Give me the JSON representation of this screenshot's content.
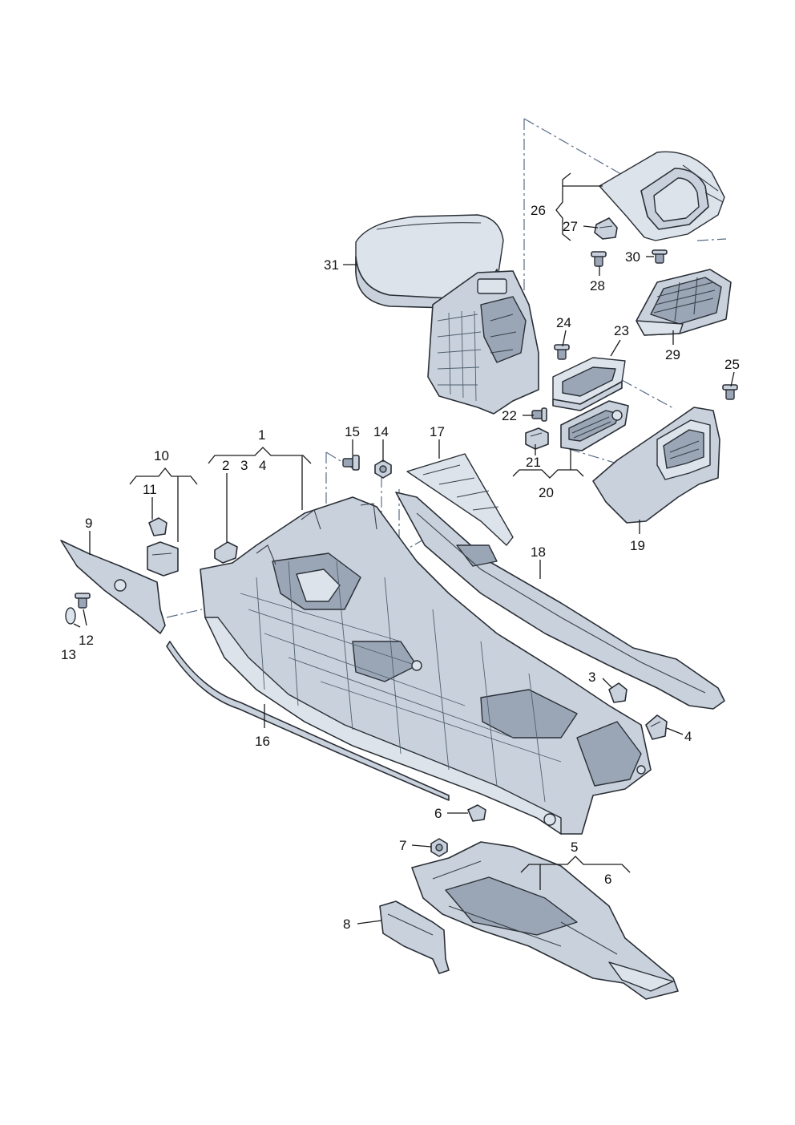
{
  "callouts": {
    "c1": "1",
    "c2": "2",
    "c3a": "3",
    "c4a": "4",
    "c3b": "3",
    "c4b": "4",
    "c5": "5",
    "c6a": "6",
    "c6b": "6",
    "c7": "7",
    "c8": "8",
    "c9": "9",
    "c10": "10",
    "c11": "11",
    "c12": "12",
    "c13": "13",
    "c14": "14",
    "c15": "15",
    "c16": "16",
    "c17": "17",
    "c18": "18",
    "c19": "19",
    "c20": "20",
    "c21": "21",
    "c22": "22",
    "c23": "23",
    "c24": "24",
    "c25": "25",
    "c26": "26",
    "c27": "27",
    "c28": "28",
    "c29": "29",
    "c30": "30",
    "c31": "31"
  }
}
